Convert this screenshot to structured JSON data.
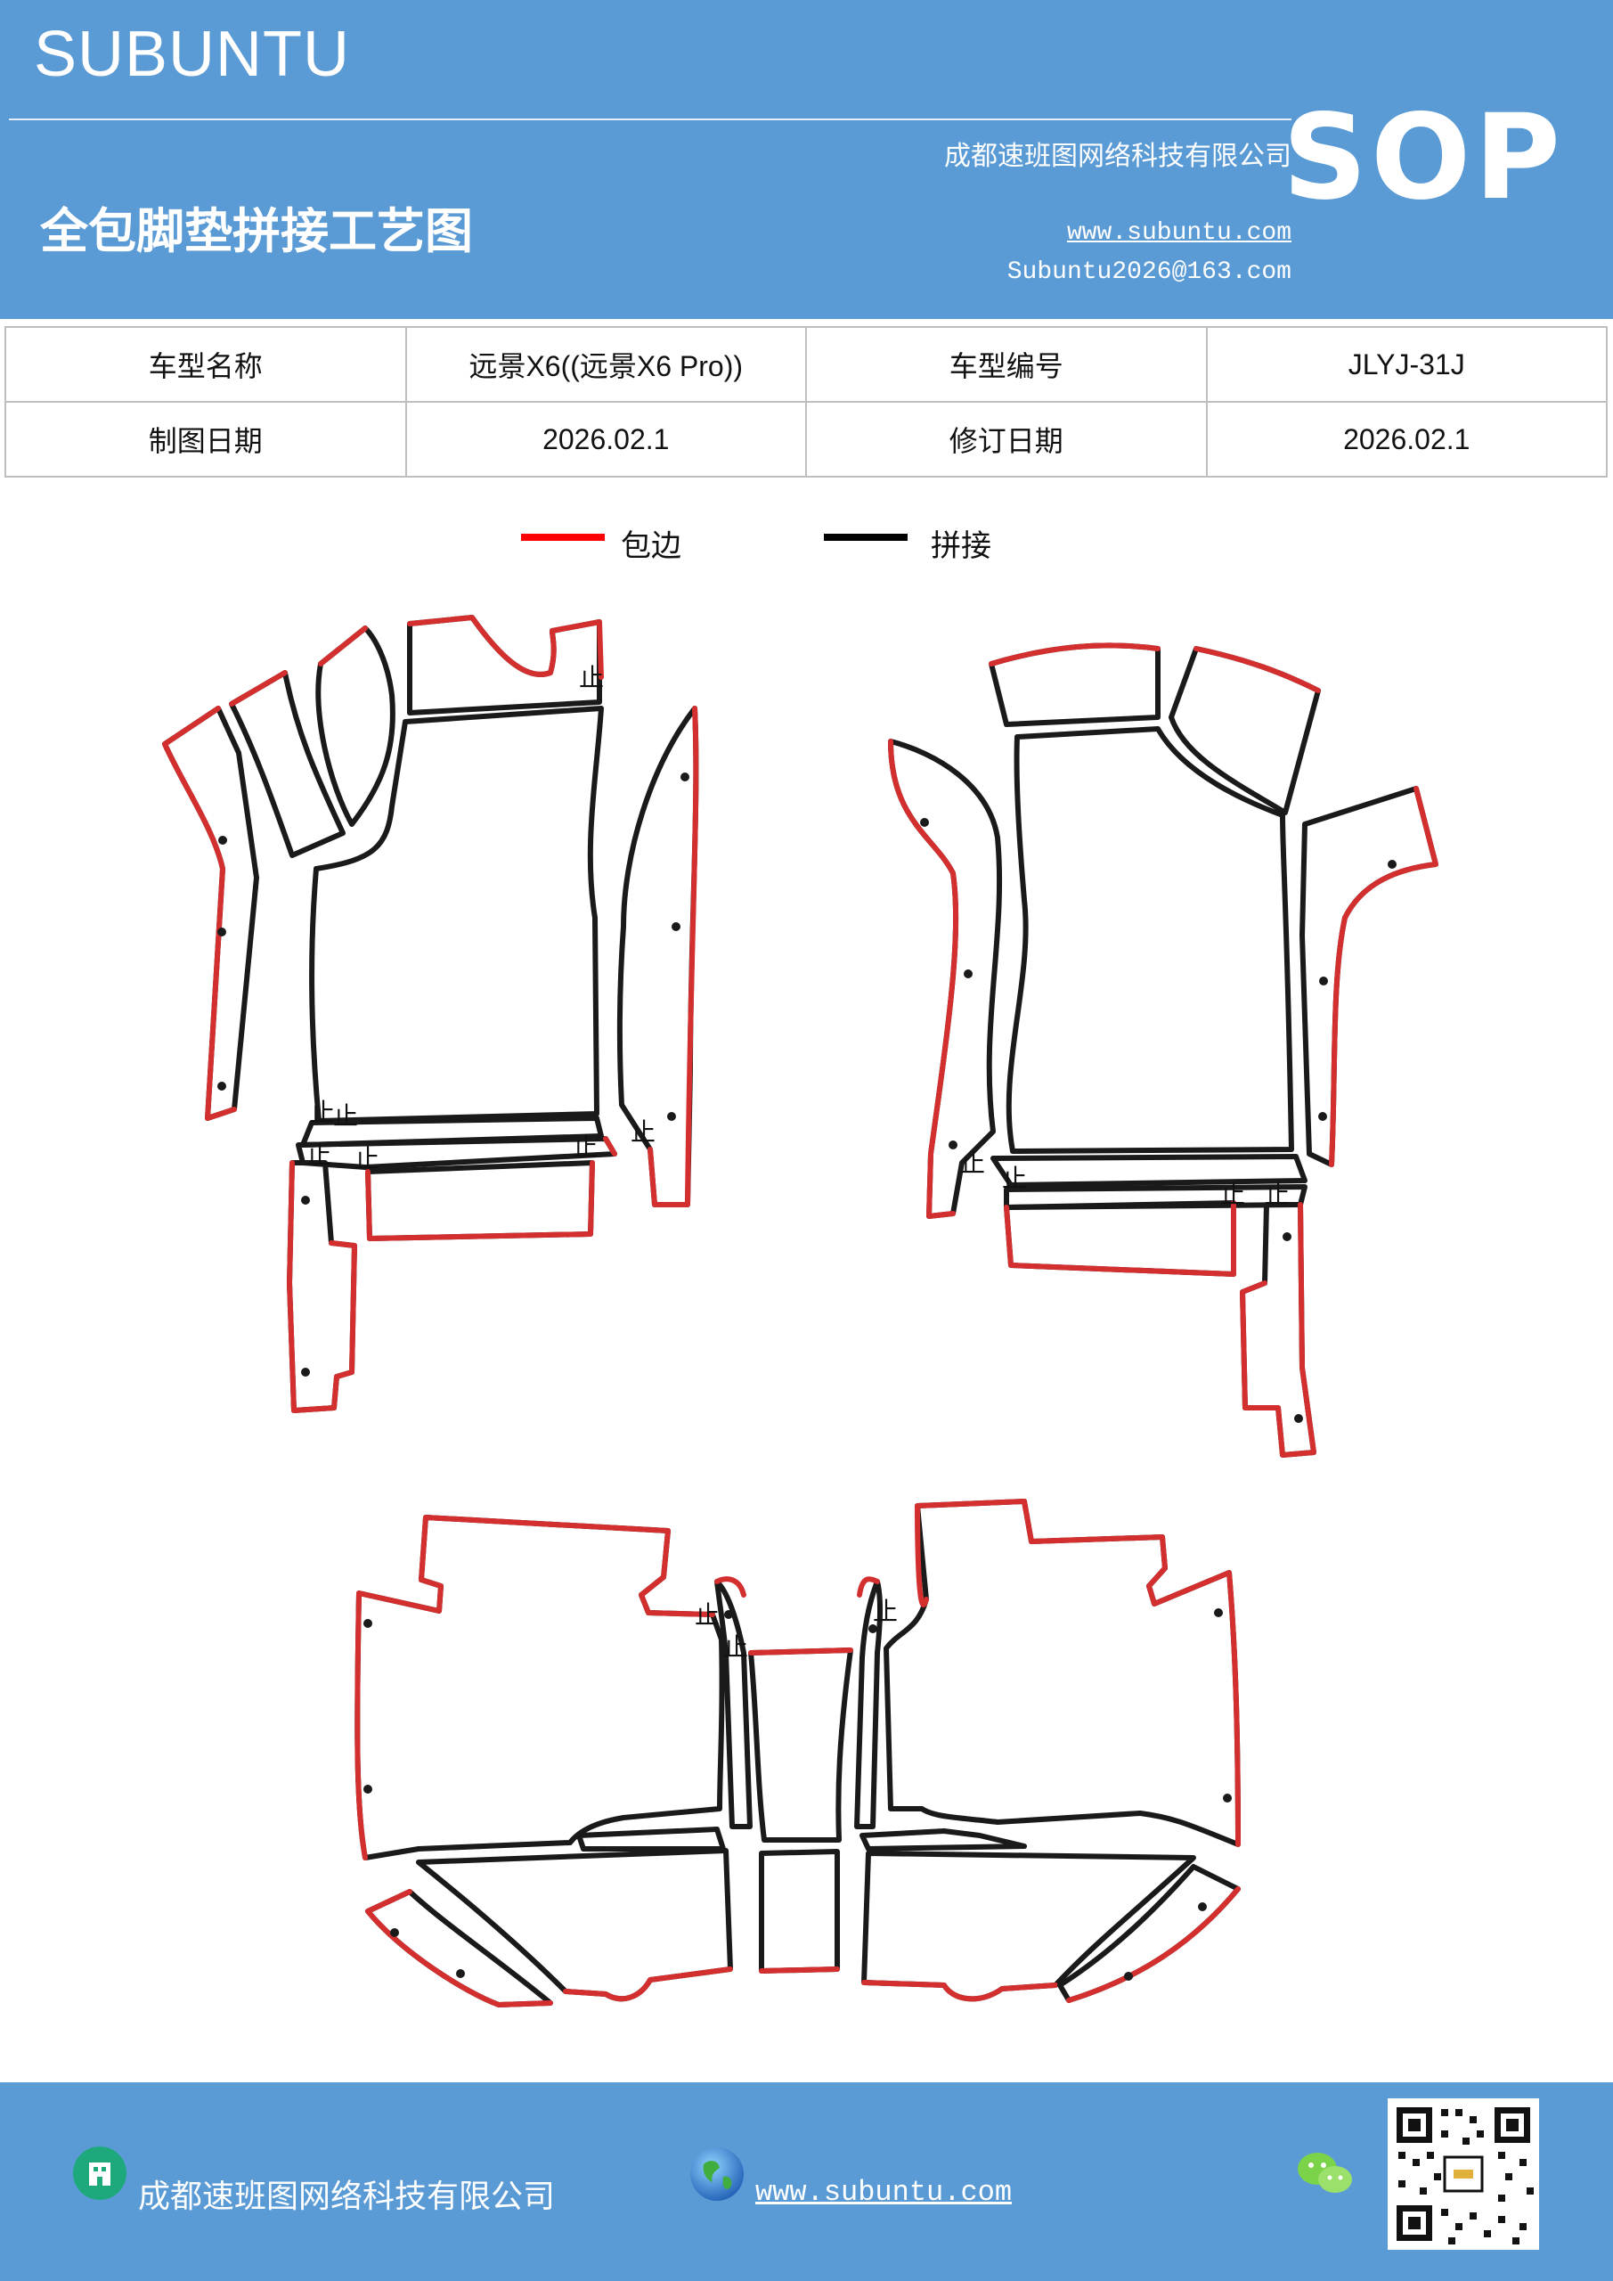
{
  "header": {
    "brand": "SUBUNTU",
    "badge": "SOP",
    "company": "成都速班图网络科技有限公司",
    "title": "全包脚垫拼接工艺图",
    "website": "www.subuntu.com",
    "email": "Subuntu2026@163.com"
  },
  "info_table": {
    "rows": [
      [
        "车型名称",
        "远景X6((远景X6  Pro))",
        "车型编号",
        "JLYJ-31J"
      ],
      [
        "制图日期",
        "2026.02.1",
        "修订日期",
        "2026.02.1"
      ]
    ]
  },
  "legend": [
    {
      "label": "包边",
      "color": "#ff0000"
    },
    {
      "label": "拼接",
      "color": "#000000"
    }
  ],
  "diagram": {
    "edge_color": "#d32f2f",
    "seam_color": "#1a1a1a",
    "seam_mark": "止"
  },
  "footer": {
    "company": "成都速班图网络科技有限公司",
    "website": "www.subuntu.com ",
    "building_icon": "building-icon",
    "globe_icon": "globe-icon",
    "wechat_icon": "wechat-icon",
    "qr_icon": "qr-code-icon"
  }
}
